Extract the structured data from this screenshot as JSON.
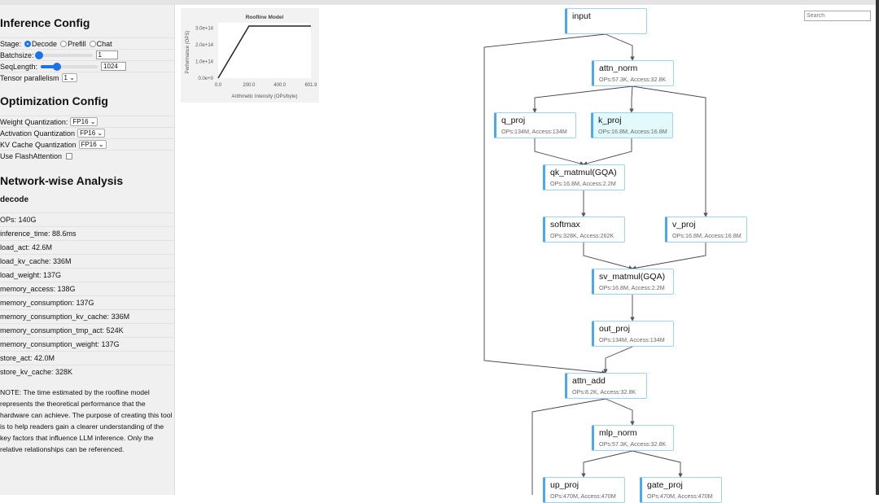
{
  "sidebar": {
    "inference_title": "Inference Config",
    "stage_label": "Stage:",
    "stages": [
      {
        "label": "Decode",
        "selected": true
      },
      {
        "label": "Prefill",
        "selected": false
      },
      {
        "label": "Chat",
        "selected": false
      }
    ],
    "batchsize_label": "Batchsize:",
    "batchsize": "1",
    "batchsize_slider_fraction": 0.0,
    "seqlength_label": "SeqLength:",
    "seqlength": "1024",
    "seqlength_slider_fraction": 0.28,
    "tp_label": "Tensor parallelism",
    "tp_value": "1",
    "opt_title": "Optimization Config",
    "weight_q_label": "Weight Quantization:",
    "weight_q": "FP16",
    "act_q_label": "Activation Quantization",
    "act_q": "FP16",
    "kv_q_label": "KV Cache Quantization",
    "kv_q": "FP16",
    "flash_label": "Use FlashAttention",
    "flash_checked": false,
    "net_title": "Network-wise Analysis",
    "stage_name": "decode",
    "stats": [
      "OPs: 140G",
      "inference_time: 88.6ms",
      "load_act: 42.6M",
      "load_kv_cache: 336M",
      "load_weight: 137G",
      "memory_access: 138G",
      "memory_consumption: 137G",
      "memory_consumption_kv_cache: 336M",
      "memory_consumption_tmp_act: 524K",
      "memory_consumption_weight: 137G",
      "store_act: 42.0M",
      "store_kv_cache: 328K"
    ],
    "note": "NOTE: The time estimated by the roofline model represents the theoretical performance that the hardware can achieve. The purpose of creating this tool is to help readers gain a clearer understanding of the key factors that influence LLM inference. Only the relative relationships can be referenced."
  },
  "chart_data": {
    "type": "line",
    "title": "Roofline Model",
    "xlabel": "Arithmetic Intensity (OPs/byte)",
    "ylabel": "Performance (OPS)",
    "xticks": [
      "0.0",
      "200.0",
      "400.0",
      "601.9"
    ],
    "yticks": [
      "0.0e+0",
      "1.0e+14",
      "2.0e+14",
      "3.0e+14"
    ],
    "xlim": [
      0,
      601.9
    ],
    "ylim": [
      0,
      312000000000000.0
    ],
    "x": [
      0,
      200,
      601.9
    ],
    "y": [
      0,
      312000000000000.0,
      312000000000000.0
    ]
  },
  "search": {
    "placeholder": "Search"
  },
  "nodes": [
    {
      "id": "input",
      "label": "input",
      "info": ""
    },
    {
      "id": "attn_norm",
      "label": "attn_norm",
      "info": "OPs:57.3K, Access:32.8K"
    },
    {
      "id": "q_proj",
      "label": "q_proj",
      "info": "OPs:134M, Access:134M"
    },
    {
      "id": "k_proj",
      "label": "k_proj",
      "info": "OPs:16.8M, Access:16.8M",
      "highlight": true
    },
    {
      "id": "qk_matmul",
      "label": "qk_matmul(GQA)",
      "info": "OPs:16.8M, Access:2.2M"
    },
    {
      "id": "softmax",
      "label": "softmax",
      "info": "OPs:328K, Access:262K"
    },
    {
      "id": "v_proj",
      "label": "v_proj",
      "info": "OPs:16.8M, Access:16.8M"
    },
    {
      "id": "sv_matmul",
      "label": "sv_matmul(GQA)",
      "info": "OPs:16.8M, Access:2.2M"
    },
    {
      "id": "out_proj",
      "label": "out_proj",
      "info": "OPs:134M, Access:134M"
    },
    {
      "id": "attn_add",
      "label": "attn_add",
      "info": "OPs:8.2K, Access:32.8K"
    },
    {
      "id": "mlp_norm",
      "label": "mlp_norm",
      "info": "OPs:57.3K, Access:32.8K"
    },
    {
      "id": "up_proj",
      "label": "up_proj",
      "info": "OPs:470M, Access:470M"
    },
    {
      "id": "gate_proj",
      "label": "gate_proj",
      "info": "OPs:470M, Access:470M"
    }
  ],
  "edges": [
    [
      "input",
      "attn_norm"
    ],
    [
      "input",
      "attn_add"
    ],
    [
      "attn_norm",
      "q_proj"
    ],
    [
      "attn_norm",
      "k_proj"
    ],
    [
      "attn_norm",
      "v_proj"
    ],
    [
      "q_proj",
      "qk_matmul"
    ],
    [
      "k_proj",
      "qk_matmul"
    ],
    [
      "qk_matmul",
      "softmax"
    ],
    [
      "softmax",
      "sv_matmul"
    ],
    [
      "v_proj",
      "sv_matmul"
    ],
    [
      "sv_matmul",
      "out_proj"
    ],
    [
      "out_proj",
      "attn_add"
    ],
    [
      "attn_add",
      "mlp_norm"
    ],
    [
      "attn_add",
      "offscreen"
    ],
    [
      "mlp_norm",
      "up_proj"
    ],
    [
      "mlp_norm",
      "gate_proj"
    ]
  ]
}
